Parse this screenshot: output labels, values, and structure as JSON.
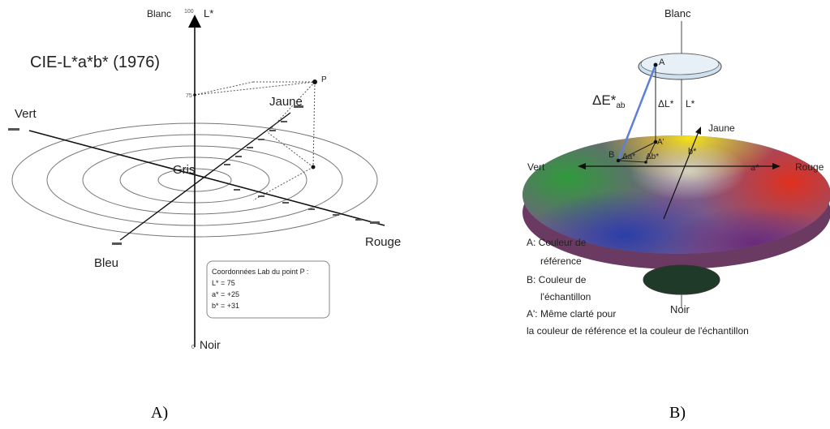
{
  "panel_a": {
    "title": "CIE-L*a*b* (1976)",
    "axis_top": "Blanc",
    "axis_top_tick": "100",
    "axis_L": "L*",
    "axis_bottom": "Noir",
    "axis_bottom_tick": "0",
    "tick_75": "75",
    "left_end": "Vert",
    "right_end": "Rouge",
    "front_end": "Bleu",
    "back_end": "Jaune",
    "center": "Gris",
    "point": "P",
    "coord_title": "Coordonnées Lab du point P :",
    "coord_L": "L* = 75",
    "coord_a": "a* = +25",
    "coord_b": "b* = +31",
    "caption": "A)"
  },
  "panel_b": {
    "top_label": "Blanc",
    "point_A": "A",
    "delta_E_main": "ΔE*",
    "delta_E_sub": "ab",
    "delta_L": "ΔL*",
    "L_axis": "L*",
    "jaune": "Jaune",
    "point_A_prime": "A'",
    "point_B": "B",
    "delta_a": "Δa*",
    "delta_b": "Δb*",
    "b_axis": "b*",
    "vert": "Vert",
    "a_axis": "a*",
    "rouge": "Rouge",
    "legend_A_1": "A: Couleur de",
    "legend_A_2": "référence",
    "legend_B_1": "B: Couleur de",
    "legend_B_2": "l'échantillon",
    "legend_Ap_1": "A': Même clarté pour",
    "legend_Ap_2": "la couleur de référence et la couleur de l'échantillon",
    "bottom_label": "Noir",
    "caption": "B)"
  }
}
